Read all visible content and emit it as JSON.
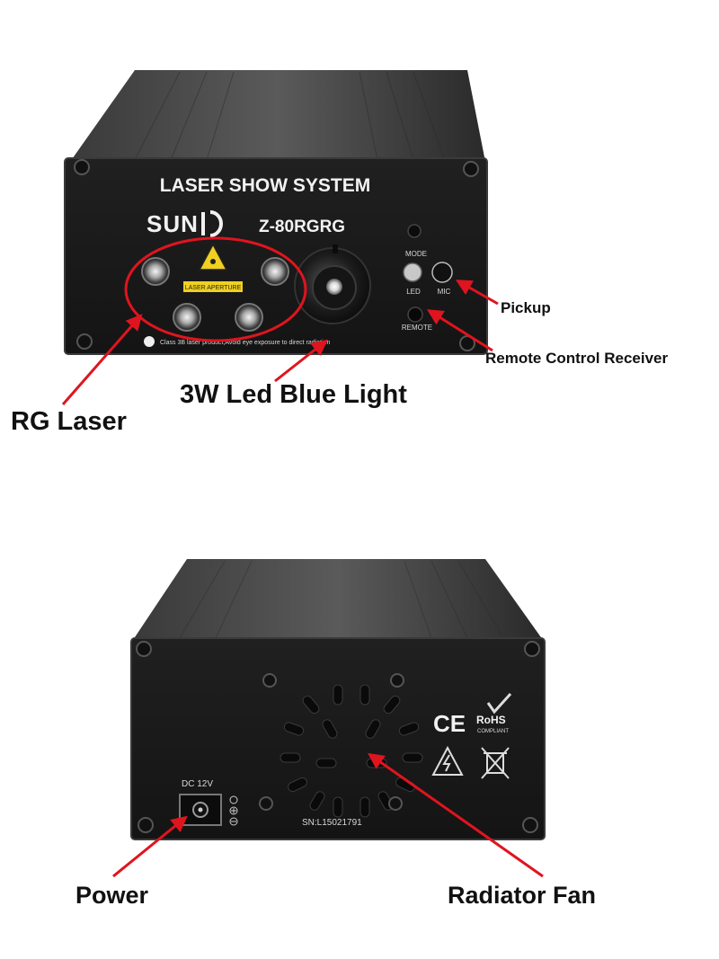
{
  "front": {
    "title": "LASER SHOW SYSTEM",
    "brand": "SUN",
    "model": "Z-80RGRG",
    "aperture_label": "LASER APERTURE",
    "mode_label": "MODE",
    "led_label": "LED",
    "mic_label": "MIC",
    "remote_label": "REMOTE",
    "warning_text": "Class 3B laser product,Avoid eye exposure to direct radiation"
  },
  "back": {
    "dc_label": "DC 12V",
    "serial": "SN:L15021791",
    "ce_mark": "CE",
    "rohs_label": "RoHS",
    "rohs_sub": "COMPLIANT"
  },
  "callouts": {
    "pickup": "Pickup",
    "remote_receiver": "Remote Control Receiver",
    "led_light": "3W Led Blue Light",
    "rg_laser": "RG Laser",
    "power": "Power",
    "radiator_fan": "Radiator Fan"
  },
  "colors": {
    "arrow": "#e0141e",
    "housing": "#2b2b2b",
    "panel": "#1a1a1a"
  }
}
